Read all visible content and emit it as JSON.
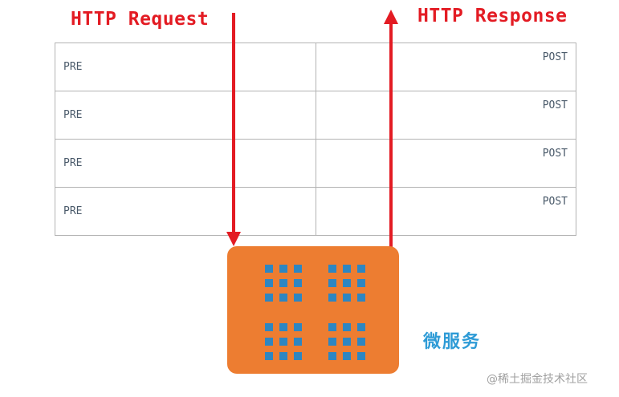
{
  "request_label": "HTTP Request",
  "response_label": "HTTP Response",
  "filter_rows": [
    {
      "pre": "PRE",
      "post": "POST"
    },
    {
      "pre": "PRE",
      "post": "POST"
    },
    {
      "pre": "PRE",
      "post": "POST"
    },
    {
      "pre": "PRE",
      "post": "POST"
    }
  ],
  "microservice_label": "微服务",
  "watermark": "@稀土掘金技术社区",
  "colors": {
    "arrow": "#e31b23",
    "service_box": "#ed7d31",
    "service_cells": "#2e86c1",
    "service_label": "#2e9bd6"
  }
}
